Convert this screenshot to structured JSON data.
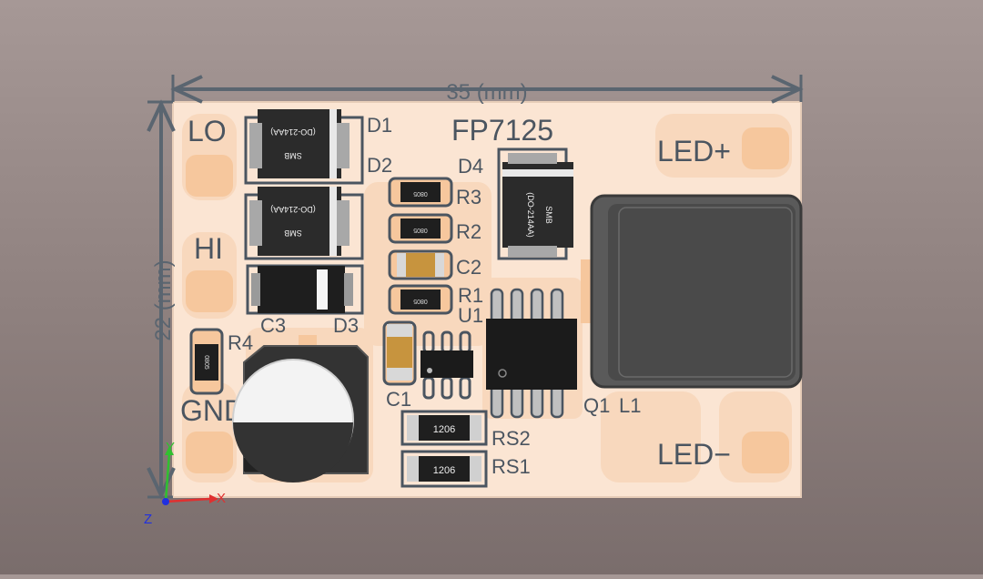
{
  "board": {
    "title": "FP7125",
    "dimensions": {
      "width_label": "35 (mm)",
      "height_label": "22 (mm)"
    },
    "pads": {
      "lo": "LO",
      "hi": "HI",
      "gnd": "GND",
      "led_plus": "LED+",
      "led_minus": "LED−"
    },
    "designators": {
      "d1": "D1",
      "d2": "D2",
      "d3": "D3",
      "d4": "D4",
      "r1": "R1",
      "r2": "R2",
      "r3": "R3",
      "r4": "R4",
      "c1": "C1",
      "c2": "C2",
      "c3": "C3",
      "u1": "U1",
      "q1": "Q1",
      "l1": "L1",
      "rs1": "RS1",
      "rs2": "RS2"
    },
    "package_marks": {
      "smb": "SMB",
      "do214": "(DO-214AA)",
      "r0805": "0805",
      "r1206": "1206"
    },
    "axes": {
      "x": "X",
      "y": "Y",
      "z": "Z"
    },
    "colors": {
      "pcb": "#fbe5d3",
      "pad": "#f6c79d",
      "silk": "#4b5560",
      "component_body": "#2a2a2a",
      "axis_x": "#e03030",
      "axis_y": "#30c030",
      "axis_z": "#2030e0"
    }
  }
}
